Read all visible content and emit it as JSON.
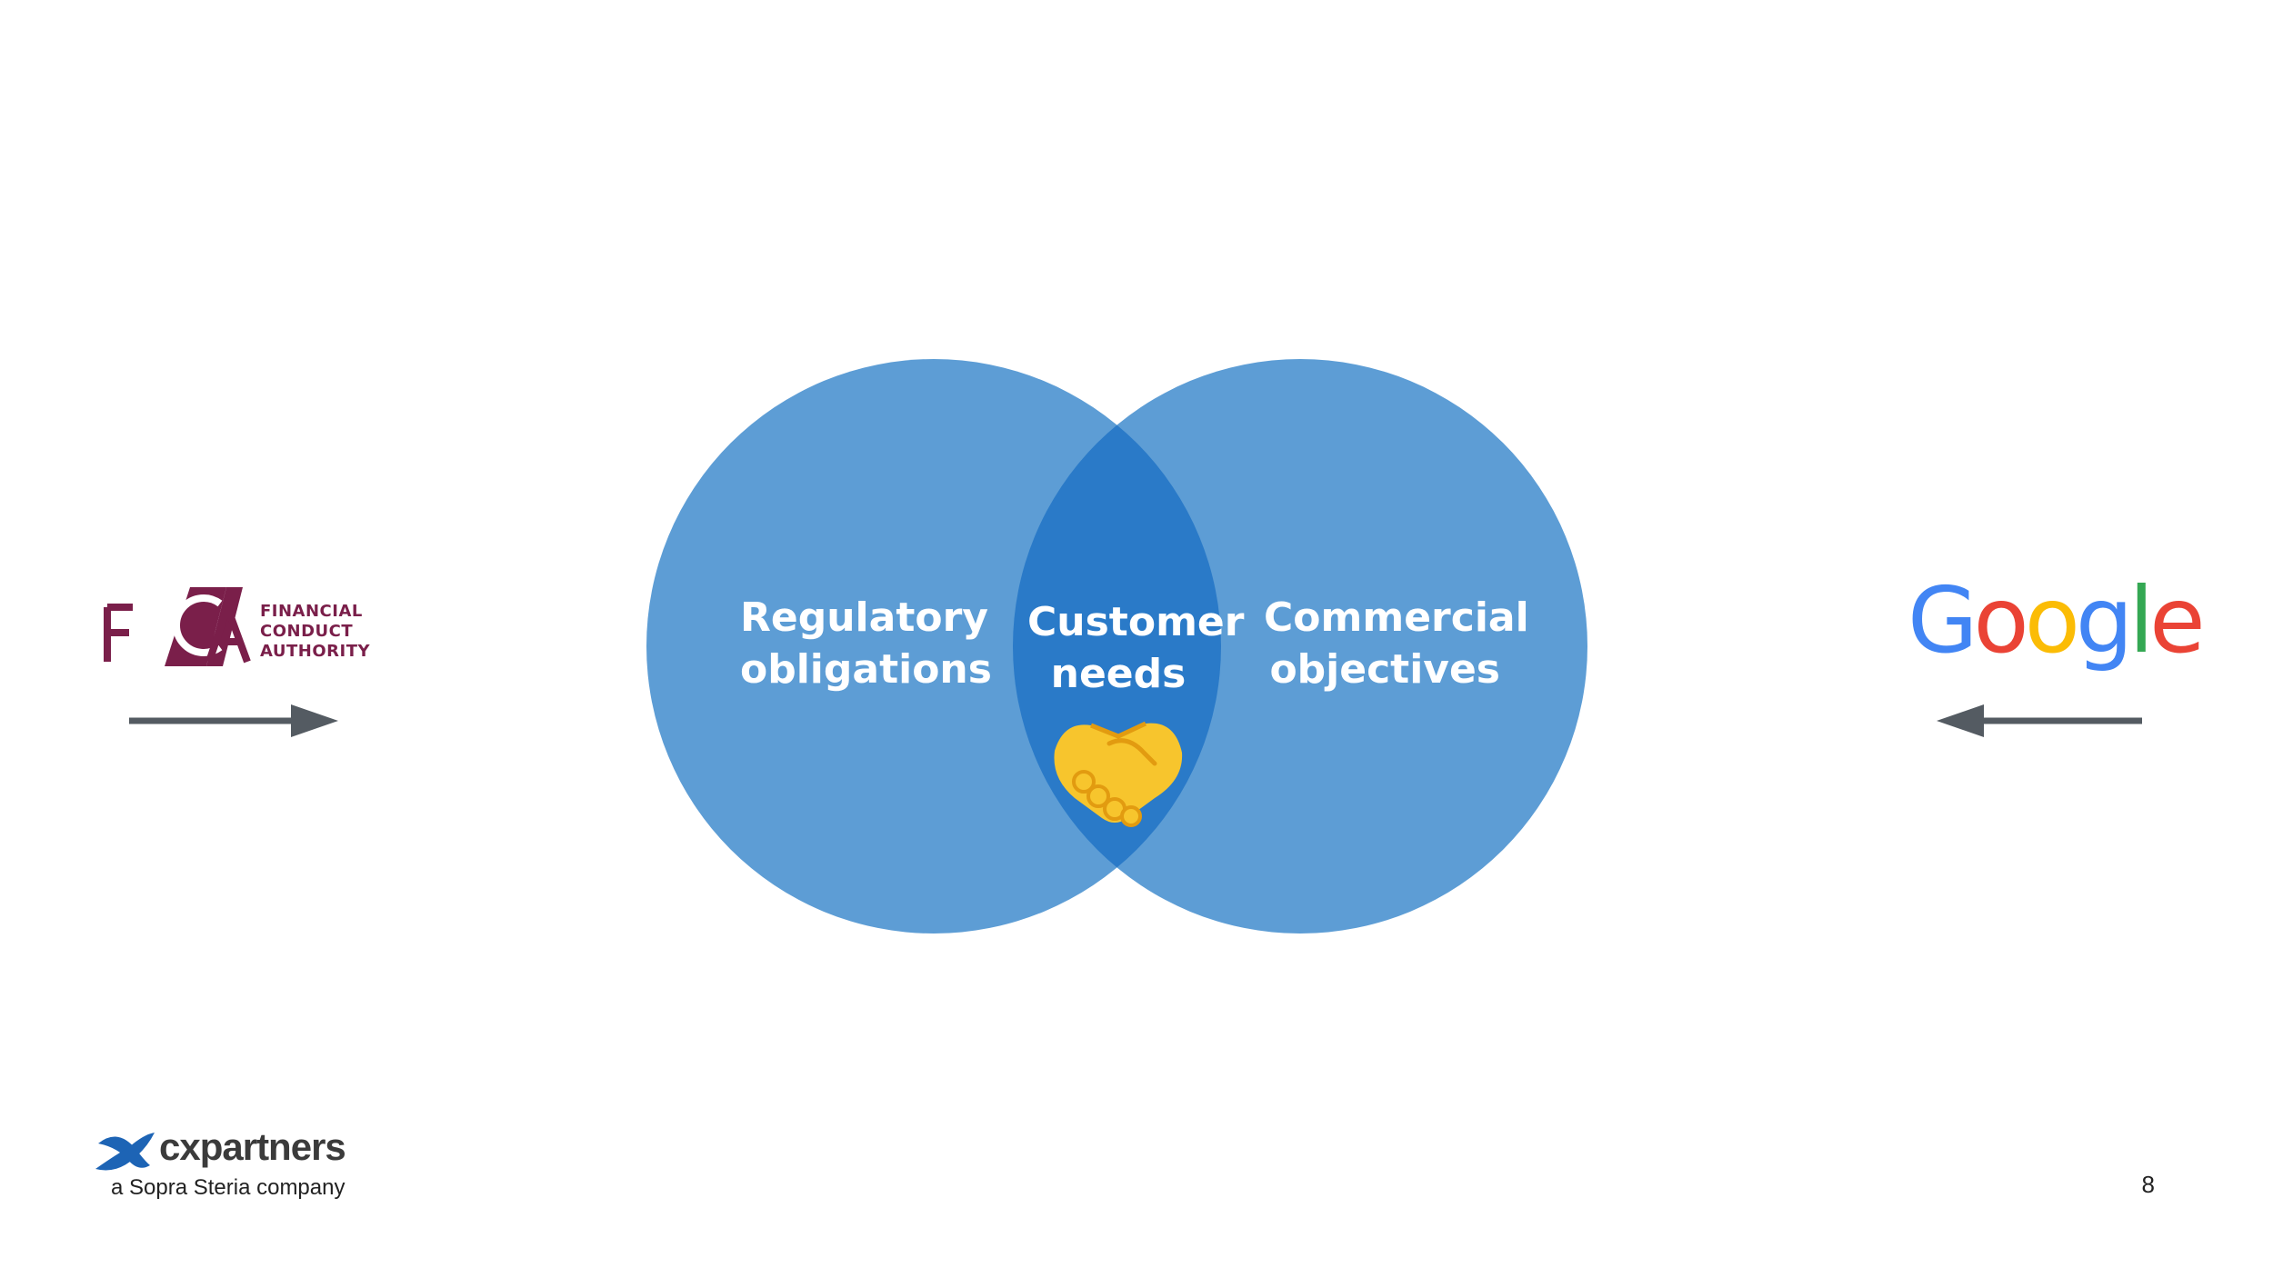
{
  "venn": {
    "left_label": [
      "Regulatory",
      "obligations"
    ],
    "center_label": [
      "Customer",
      "needs"
    ],
    "right_label": [
      "Commercial",
      "objectives"
    ],
    "center_icon": "handshake-icon",
    "circle_color": "#5d9dd5",
    "overlap_color": "#2a7ac8"
  },
  "fca_logo": {
    "letters": "FCA",
    "lines": [
      "FINANCIAL",
      "CONDUCT",
      "AUTHORITY"
    ],
    "color": "#7a1f4a"
  },
  "google_logo": {
    "letters": [
      "G",
      "o",
      "o",
      "g",
      "l",
      "e"
    ],
    "colors": [
      "#4285F4",
      "#EA4335",
      "#FBBC05",
      "#4285F4",
      "#34A853",
      "#EA4335"
    ]
  },
  "arrows": {
    "left_direction": "right",
    "right_direction": "left",
    "color": "#545b62"
  },
  "brand": {
    "name": "cxpartners",
    "tagline": "a Sopra Steria company",
    "icon": "cx-x-icon",
    "icon_color": "#1d64b5"
  },
  "page_number": "8"
}
